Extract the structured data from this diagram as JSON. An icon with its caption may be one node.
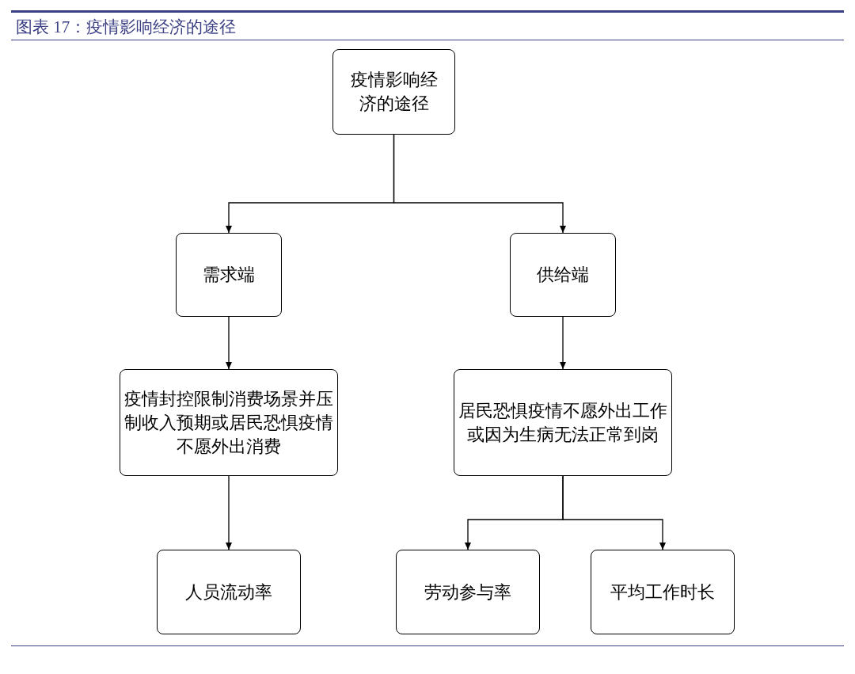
{
  "diagram": {
    "title": "图表 17：疫情影响经济的途径",
    "nodes": [
      {
        "text": [
          "疫情影响经济的途径"
        ]
      },
      {
        "text": [
          "需求端"
        ]
      },
      {
        "text": [
          "供给端"
        ]
      },
      {
        "text": [
          "疫情封控限制消费场景并压制收入预期或居民恐惧疫情不愿外出消费"
        ]
      },
      {
        "text": [
          "居民恐惧疫情不愿外出工作或因为生病无法正常到岗"
        ]
      },
      {
        "text": [
          "人员流动率"
        ]
      },
      {
        "text": [
          "劳动参与率"
        ]
      },
      {
        "text": [
          "平均工作时长"
        ]
      }
    ],
    "edges": [
      {
        "from": 0,
        "to": 1,
        "arrow": "to"
      },
      {
        "from": 0,
        "to": 2,
        "arrow": "to"
      },
      {
        "from": 1,
        "to": 3,
        "arrow": "to"
      },
      {
        "from": 2,
        "to": 4,
        "arrow": "to"
      },
      {
        "from": 3,
        "to": 5,
        "arrow": "to"
      },
      {
        "from": 4,
        "to": 6,
        "arrow": "to"
      },
      {
        "from": 4,
        "to": 7,
        "arrow": "to"
      }
    ]
  }
}
